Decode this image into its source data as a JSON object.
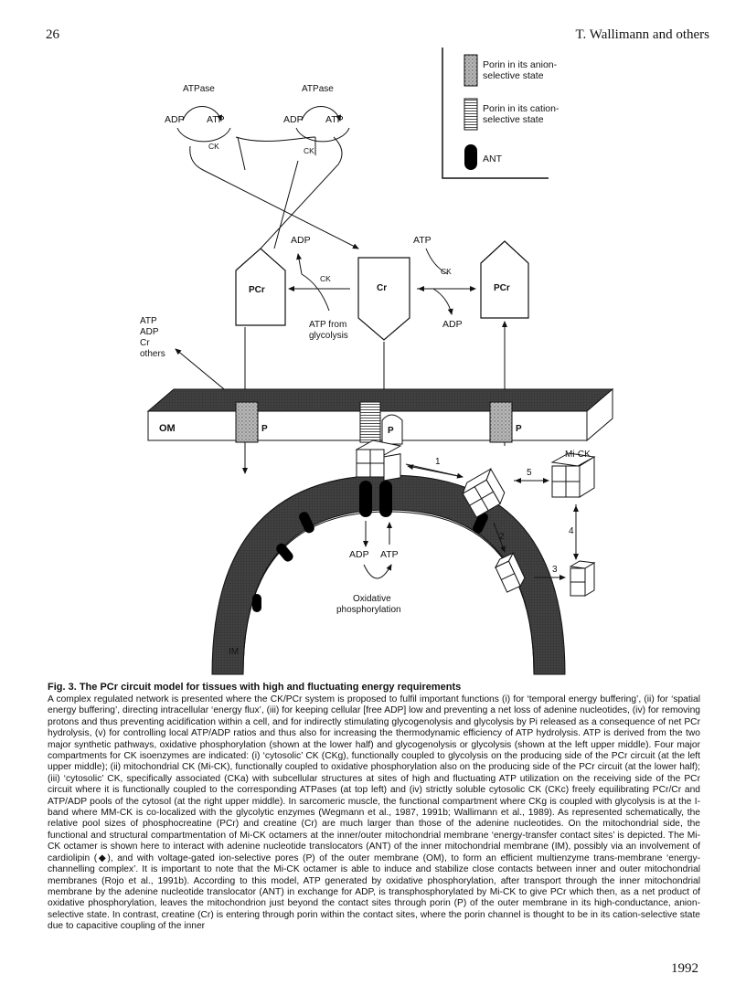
{
  "header": {
    "page_number": "26",
    "running_head": "T. Wallimann and others"
  },
  "footer": {
    "page_number": "1992"
  },
  "figure": {
    "legend": [
      {
        "icon": "porin-anion-icon",
        "label_line1": "Porin in its anion-",
        "label_line2": "selective state"
      },
      {
        "icon": "porin-cation-icon",
        "label_line1": "Porin in its cation-",
        "label_line2": "selective state"
      },
      {
        "icon": "ant-icon",
        "label_line1": "ANT",
        "label_line2": ""
      }
    ],
    "labels": {
      "atpase_1": "ATPase",
      "atpase_2": "ATPase",
      "adp_1": "ADP",
      "atp_1": "ATP",
      "adp_2": "ADP",
      "atp_2": "ATP",
      "ck_a": "CK",
      "ck_b": "CK",
      "pcr_left": "PCr",
      "cr_center": "Cr",
      "pcr_right": "PCr",
      "adp_glyco": "ADP",
      "ck_glyco": "CK",
      "atp_from_line1": "ATP from",
      "atp_from_line2": "glycolysis",
      "atp_right": "ATP",
      "ck_right": "CK",
      "adp_right": "ADP",
      "export_line1": "ATP",
      "export_line2": "ADP",
      "export_line3": "Cr",
      "export_line4": "others",
      "om": "OM",
      "p1": "P",
      "p2": "P",
      "p3": "P",
      "mick": "Mi-CK",
      "step_1": "1",
      "step_2": "2",
      "step_3": "3",
      "step_4": "4",
      "step_5": "5",
      "adp_mito": "ADP",
      "atp_mito": "ATP",
      "oxphos_line1": "Oxidative",
      "oxphos_line2": "phosphorylation",
      "im": "IM"
    }
  },
  "caption": "Fig. 3. The PCr circuit model for tissues with high and fluctuating energy requirements",
  "body_text": "A complex regulated network is presented where the CK/PCr system is proposed to fulfil important functions (i) for ‘temporal energy buffering’, (ii) for ‘spatial energy buffering’, directing intracellular ‘energy flux’, (iii) for keeping cellular [free ADP] low and preventing a net loss of adenine nucleotides, (iv) for removing protons and thus preventing acidification within a cell, and for indirectly stimulating glycogenolysis and glycolysis by Pi released as a consequence of net PCr hydrolysis, (v) for controlling local ATP/ADP ratios and thus also for increasing the thermodynamic efficiency of ATP hydrolysis. ATP is derived from the two major synthetic pathways, oxidative phosphorylation (shown at the lower half) and glycogenolysis or glycolysis (shown at the left upper middle). Four major compartments for CK isoenzymes are indicated: (i) ‘cytosolic’ CK (CKg), functionally coupled to glycolysis on the producing side of the PCr circuit (at the left upper middle); (ii) mitochondrial CK (Mi-CK), functionally coupled to oxidative phosphorylation also on the producing side of the PCr circuit (at the lower half); (iii) ‘cytosolic’ CK, specifically associated (CKa) with subcellular structures at sites of high and fluctuating ATP utilization on the receiving side of the PCr circuit where it is functionally coupled to the corresponding ATPases (at top left) and (iv) strictly soluble cytosolic CK (CKc) freely equilibrating PCr/Cr and ATP/ADP pools of the cytosol (at the right upper middle). In sarcomeric muscle, the functional compartment where CKg is coupled with glycolysis is at the I-band where MM-CK is co-localized with the glycolytic enzymes (Wegmann et al., 1987, 1991b; Wallimann et al., 1989). As represented schematically, the relative pool sizes of phosphocreatine (PCr) and creatine (Cr) are much larger than those of the adenine nucleotides. On the mitochondrial side, the functional and structural compartmentation of Mi-CK octamers at the inner/outer mitochondrial membrane ‘energy-transfer contact sites’ is depicted. The Mi-CK octamer is shown here to interact with adenine nucleotide translocators (ANT) of the inner mitochondrial membrane (IM), possibly via an involvement of cardiolipin (◆), and with voltage-gated ion-selective pores (P) of the outer membrane (OM), to form an efficient multienzyme trans-membrane ‘energy-channelling complex’. It is important to note that the Mi-CK octamer is able to induce and stabilize close contacts between inner and outer mitochondrial membranes (Rojo et al., 1991b). According to this model, ATP generated by oxidative phosphorylation, after transport through the inner mitochondrial membrane by the adenine nucleotide translocator (ANT) in exchange for ADP, is transphosphorylated by Mi-CK to give PCr which then, as a net product of oxidative phosphorylation, leaves the mitochondrion just beyond the contact sites through porin (P) of the outer membrane in its high-conductance, anion-selective state. In contrast, creatine (Cr) is entering through porin within the contact sites, where the porin channel is thought to be in its cation-selective state due to capacitive coupling of the inner"
}
